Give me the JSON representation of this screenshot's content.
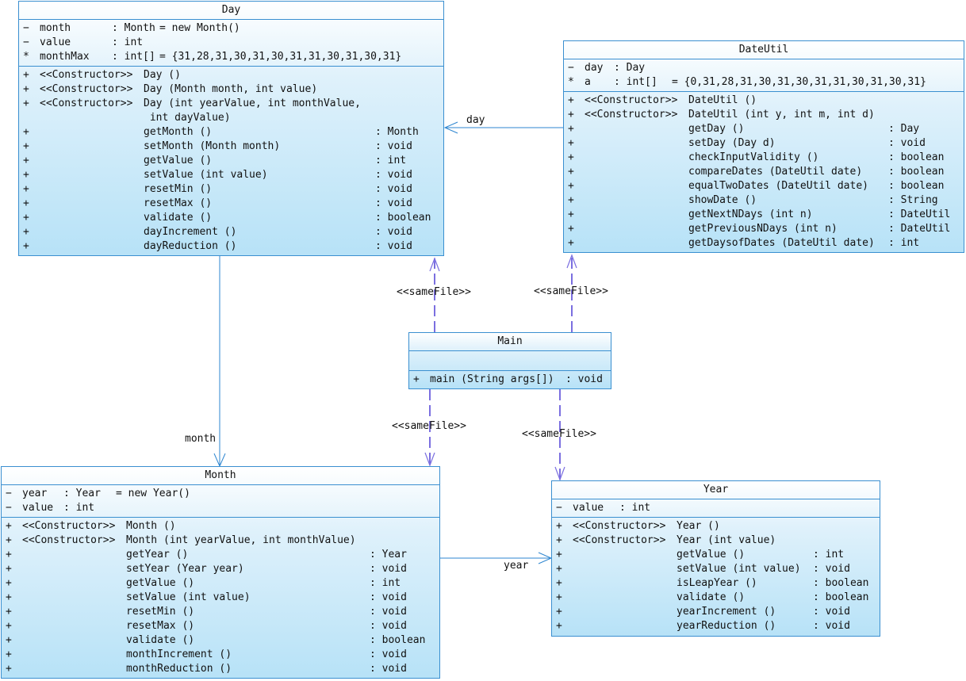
{
  "classes": {
    "day": {
      "name": "Day",
      "attributes": [
        {
          "vis": "−",
          "name": "month",
          "type": ": Month",
          "value": "= new Month()"
        },
        {
          "vis": "−",
          "name": "value",
          "type": ": int",
          "value": ""
        },
        {
          "vis": "*",
          "name": "monthMax",
          "type": ": int[]",
          "value": "= {31,28,31,30,31,30,31,31,30,31,30,31}"
        }
      ],
      "methods": [
        {
          "vis": "+",
          "stereo": "<<Constructor>>",
          "sig": "Day ()",
          "ret": ""
        },
        {
          "vis": "+",
          "stereo": "<<Constructor>>",
          "sig": "Day (Month month, int value)",
          "ret": ""
        },
        {
          "vis": "+",
          "stereo": "<<Constructor>>",
          "sig": "Day (int yearValue, int monthValue,",
          "ret": ""
        },
        {
          "vis": "",
          "stereo": "",
          "sig": " int dayValue)",
          "ret": ""
        },
        {
          "vis": "+",
          "stereo": "",
          "sig": "getMonth ()",
          "ret": ": Month"
        },
        {
          "vis": "+",
          "stereo": "",
          "sig": "setMonth (Month month)",
          "ret": ": void"
        },
        {
          "vis": "+",
          "stereo": "",
          "sig": "getValue ()",
          "ret": ": int"
        },
        {
          "vis": "+",
          "stereo": "",
          "sig": "setValue (int value)",
          "ret": ": void"
        },
        {
          "vis": "+",
          "stereo": "",
          "sig": "resetMin ()",
          "ret": ": void"
        },
        {
          "vis": "+",
          "stereo": "",
          "sig": "resetMax ()",
          "ret": ": void"
        },
        {
          "vis": "+",
          "stereo": "",
          "sig": "validate ()",
          "ret": ": boolean"
        },
        {
          "vis": "+",
          "stereo": "",
          "sig": "dayIncrement ()",
          "ret": ": void"
        },
        {
          "vis": "+",
          "stereo": "",
          "sig": "dayReduction ()",
          "ret": ": void"
        }
      ]
    },
    "dateutil": {
      "name": "DateUtil",
      "attributes": [
        {
          "vis": "−",
          "name": "day",
          "type": ": Day",
          "value": ""
        },
        {
          "vis": "*",
          "name": "a",
          "type": ": int[]",
          "value": "= {0,31,28,31,30,31,30,31,31,30,31,30,31}"
        }
      ],
      "methods": [
        {
          "vis": "+",
          "stereo": "<<Constructor>>",
          "sig": "DateUtil ()",
          "ret": ""
        },
        {
          "vis": "+",
          "stereo": "<<Constructor>>",
          "sig": "DateUtil (int y, int m, int d)",
          "ret": ""
        },
        {
          "vis": "+",
          "stereo": "",
          "sig": "getDay ()",
          "ret": ": Day"
        },
        {
          "vis": "+",
          "stereo": "",
          "sig": "setDay (Day d)",
          "ret": ": void"
        },
        {
          "vis": "+",
          "stereo": "",
          "sig": "checkInputValidity ()",
          "ret": ": boolean"
        },
        {
          "vis": "+",
          "stereo": "",
          "sig": "compareDates (DateUtil date)",
          "ret": ": boolean"
        },
        {
          "vis": "+",
          "stereo": "",
          "sig": "equalTwoDates (DateUtil date)",
          "ret": ": boolean"
        },
        {
          "vis": "+",
          "stereo": "",
          "sig": "showDate ()",
          "ret": ": String"
        },
        {
          "vis": "+",
          "stereo": "",
          "sig": "getNextNDays (int n)",
          "ret": ": DateUtil"
        },
        {
          "vis": "+",
          "stereo": "",
          "sig": "getPreviousNDays (int n)",
          "ret": ": DateUtil"
        },
        {
          "vis": "+",
          "stereo": "",
          "sig": "getDaysofDates (DateUtil date)",
          "ret": ": int"
        }
      ]
    },
    "main": {
      "name": "Main",
      "attributes": [],
      "methods": [
        {
          "vis": "+",
          "stereo": "",
          "sig": "main (String args[])",
          "ret": ": void"
        }
      ]
    },
    "month": {
      "name": "Month",
      "attributes": [
        {
          "vis": "−",
          "name": "year",
          "type": ": Year",
          "value": "= new Year()"
        },
        {
          "vis": "−",
          "name": "value",
          "type": ": int",
          "value": ""
        }
      ],
      "methods": [
        {
          "vis": "+",
          "stereo": "<<Constructor>>",
          "sig": "Month ()",
          "ret": ""
        },
        {
          "vis": "+",
          "stereo": "<<Constructor>>",
          "sig": "Month (int yearValue, int monthValue)",
          "ret": ""
        },
        {
          "vis": "+",
          "stereo": "",
          "sig": "getYear ()",
          "ret": ": Year"
        },
        {
          "vis": "+",
          "stereo": "",
          "sig": "setYear (Year year)",
          "ret": ": void"
        },
        {
          "vis": "+",
          "stereo": "",
          "sig": "getValue ()",
          "ret": ": int"
        },
        {
          "vis": "+",
          "stereo": "",
          "sig": "setValue (int value)",
          "ret": ": void"
        },
        {
          "vis": "+",
          "stereo": "",
          "sig": "resetMin ()",
          "ret": ": void"
        },
        {
          "vis": "+",
          "stereo": "",
          "sig": "resetMax ()",
          "ret": ": void"
        },
        {
          "vis": "+",
          "stereo": "",
          "sig": "validate ()",
          "ret": ": boolean"
        },
        {
          "vis": "+",
          "stereo": "",
          "sig": "monthIncrement ()",
          "ret": ": void"
        },
        {
          "vis": "+",
          "stereo": "",
          "sig": "monthReduction ()",
          "ret": ": void"
        }
      ]
    },
    "year": {
      "name": "Year",
      "attributes": [
        {
          "vis": "−",
          "name": "value",
          "type": ": int",
          "value": ""
        }
      ],
      "methods": [
        {
          "vis": "+",
          "stereo": "<<Constructor>>",
          "sig": "Year ()",
          "ret": ""
        },
        {
          "vis": "+",
          "stereo": "<<Constructor>>",
          "sig": "Year (int value)",
          "ret": ""
        },
        {
          "vis": "+",
          "stereo": "",
          "sig": "getValue ()",
          "ret": ": int"
        },
        {
          "vis": "+",
          "stereo": "",
          "sig": "setValue (int value)",
          "ret": ": void"
        },
        {
          "vis": "+",
          "stereo": "",
          "sig": "isLeapYear ()",
          "ret": ": boolean"
        },
        {
          "vis": "+",
          "stereo": "",
          "sig": "validate ()",
          "ret": ": boolean"
        },
        {
          "vis": "+",
          "stereo": "",
          "sig": "yearIncrement ()",
          "ret": ": void"
        },
        {
          "vis": "+",
          "stereo": "",
          "sig": "yearReduction ()",
          "ret": ": void"
        }
      ]
    }
  },
  "links": {
    "dateutil_day": "day",
    "day_month": "month",
    "month_year": "year",
    "main_day": "<<sameFile>>",
    "main_dateutil": "<<sameFile>>",
    "main_month": "<<sameFile>>",
    "main_year": "<<sameFile>>"
  },
  "colors": {
    "class_border": "#3a8fd0",
    "association": "#2e86d0",
    "dependency": "#7b6fe0"
  }
}
